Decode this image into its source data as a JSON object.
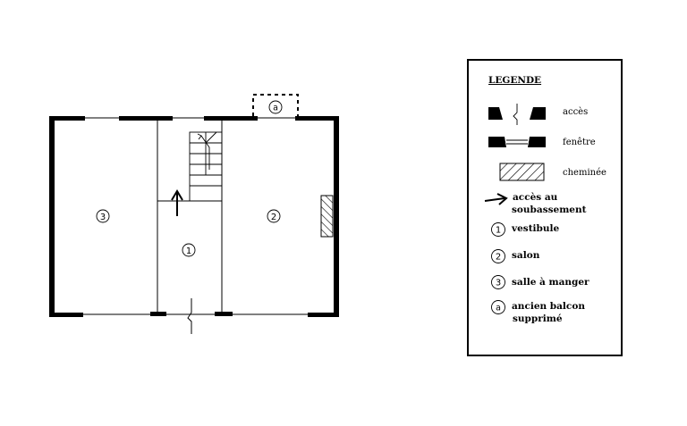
{
  "legend": {
    "title": "LEGENDE",
    "items": {
      "acces": "accès",
      "fenetre": "fenêtre",
      "cheminee": "cheminée",
      "acces_soubassement_l1": "accès au",
      "acces_soubassement_l2": "soubassement",
      "vestibule": "vestibule",
      "salon": "salon",
      "salle": "salle à manger",
      "balcon_l1": "ancien balcon",
      "balcon_l2": "supprimé"
    },
    "markers": {
      "m1": "1",
      "m2": "2",
      "m3": "3",
      "ma": "a"
    }
  },
  "plan": {
    "rooms": {
      "r1": "1",
      "r2": "2",
      "r3": "3",
      "ra": "a"
    }
  }
}
